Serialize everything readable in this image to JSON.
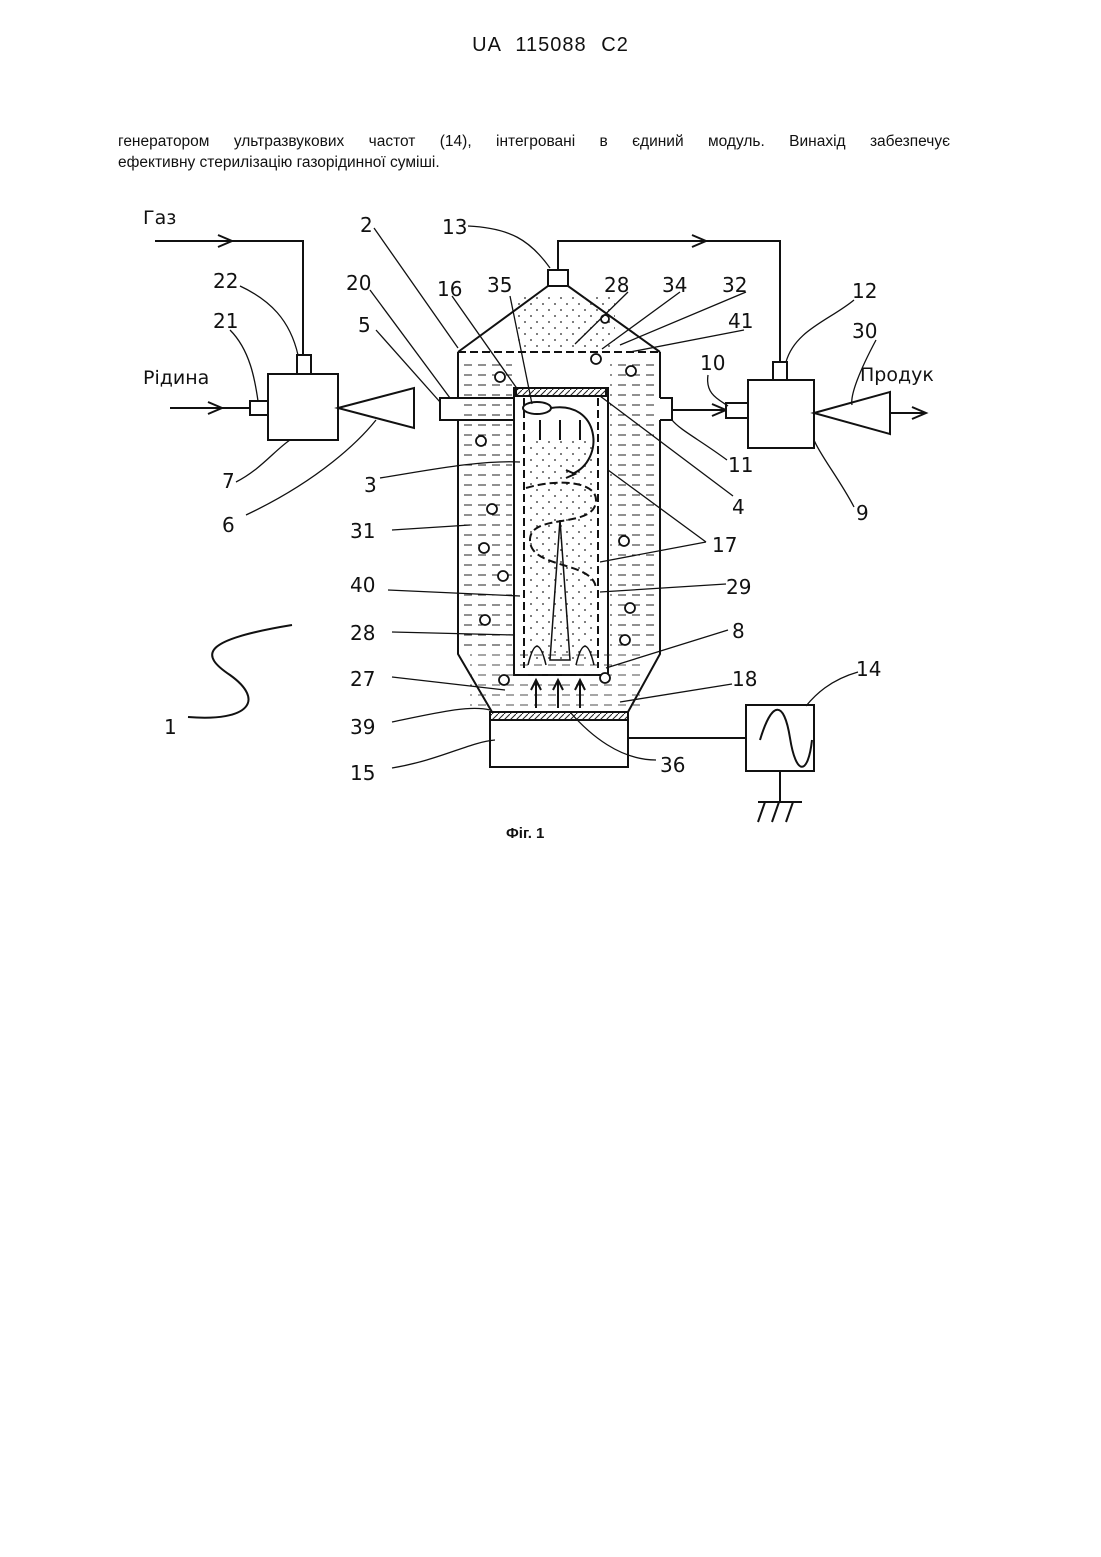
{
  "header": {
    "country": "UA",
    "number": "115088",
    "kind": "C2"
  },
  "paragraph": {
    "line1": "генератором ультразвукових частот (14), інтегровані в єдиний модуль. Винахід забезпечує",
    "line2": "ефективну стерилізацію газорідинної суміші."
  },
  "figure": {
    "caption": "Фіг. 1",
    "words": {
      "gas": "Газ",
      "liquid": "Рідина",
      "product": "Продук"
    },
    "labels": {
      "n1": "1",
      "n2": "2",
      "n3": "3",
      "n4": "4",
      "n5": "5",
      "n6": "6",
      "n7": "7",
      "n8": "8",
      "n9": "9",
      "n10": "10",
      "n11": "11",
      "n12": "12",
      "n13": "13",
      "n14": "14",
      "n15": "15",
      "n16": "16",
      "n17": "17",
      "n18": "18",
      "n20": "20",
      "n21": "21",
      "n22": "22",
      "n27": "27",
      "n28a": "28",
      "n28b": "28",
      "n29": "29",
      "n30": "30",
      "n31": "31",
      "n32": "32",
      "n34": "34",
      "n35": "35",
      "n36": "36",
      "n39": "39",
      "n40": "40",
      "n41": "41"
    }
  }
}
